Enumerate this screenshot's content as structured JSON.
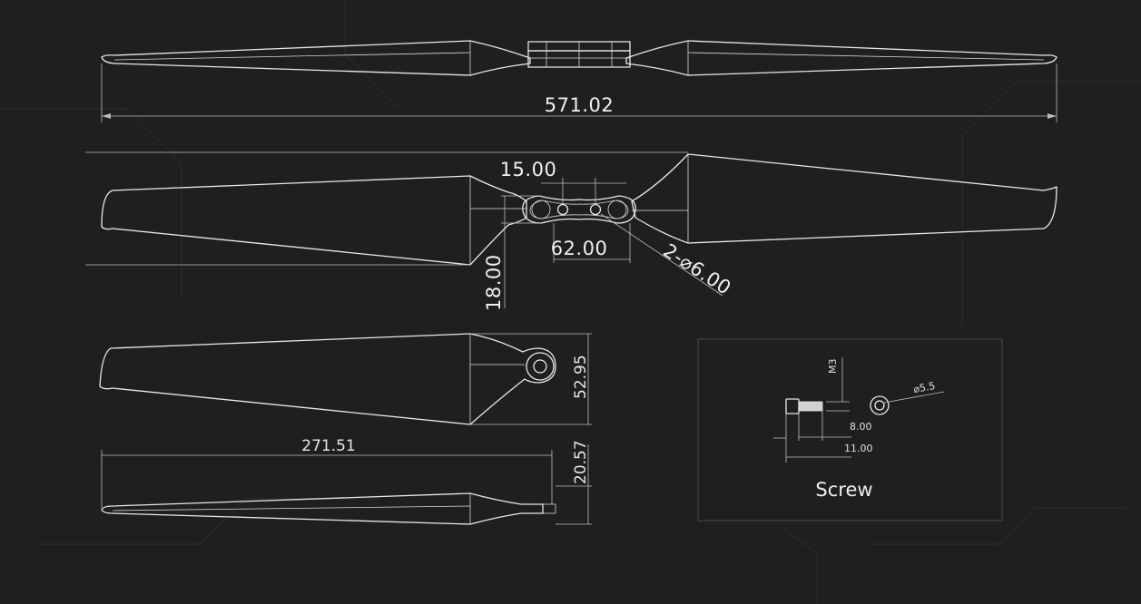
{
  "dimensions": {
    "overall_length": "571.02",
    "hub_slot_width": "15.00",
    "hub_length": "62.00",
    "hole_callout": "2-⌀6.00",
    "hub_height": "18.00",
    "blade_root_width": "52.95",
    "blade_length": "271.51",
    "blade_thickness": "20.57"
  },
  "screw_detail": {
    "caption": "Screw",
    "thread": "M3",
    "head_diameter": "⌀5.5",
    "shank_length": "8.00",
    "total_length": "11.00"
  },
  "colors": {
    "background": "#1f1f1f",
    "line": "#e8e8e8",
    "dim_line": "#bdbdbd"
  }
}
